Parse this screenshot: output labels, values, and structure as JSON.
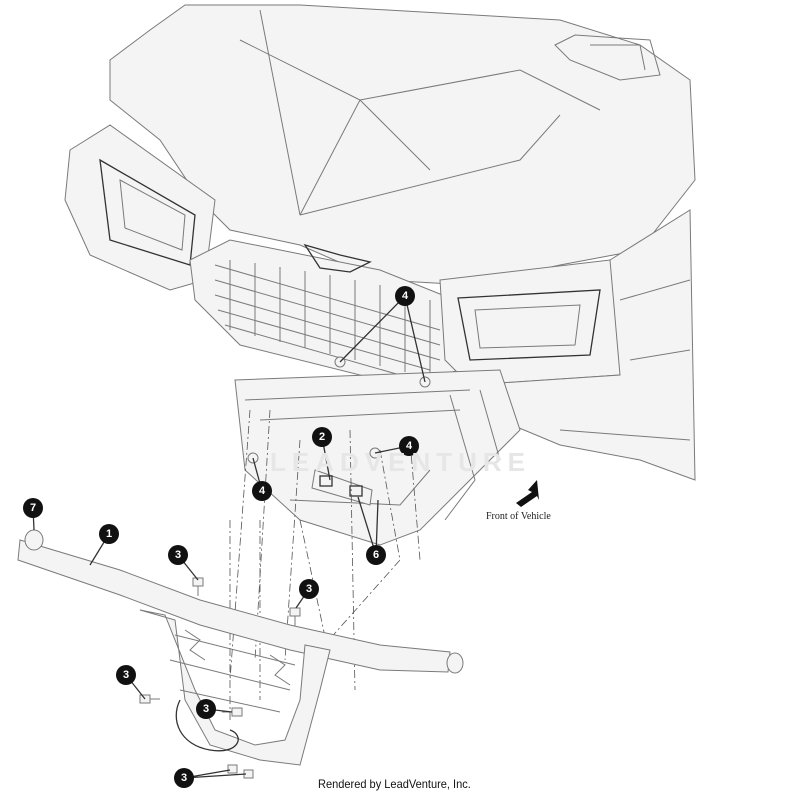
{
  "watermark": "LEADVENTURE",
  "front_label": "Front of Vehicle",
  "credit": "Rendered by LeadVenture, Inc.",
  "callouts": [
    {
      "id": "c1",
      "label": "1"
    },
    {
      "id": "c2",
      "label": "2"
    },
    {
      "id": "c3a",
      "label": "3"
    },
    {
      "id": "c3b",
      "label": "3"
    },
    {
      "id": "c3c",
      "label": "3"
    },
    {
      "id": "c3d",
      "label": "3"
    },
    {
      "id": "c3e",
      "label": "3"
    },
    {
      "id": "c4a",
      "label": "4"
    },
    {
      "id": "c4b",
      "label": "4"
    },
    {
      "id": "c4c",
      "label": "4"
    },
    {
      "id": "c6",
      "label": "6"
    },
    {
      "id": "c7",
      "label": "7"
    }
  ]
}
